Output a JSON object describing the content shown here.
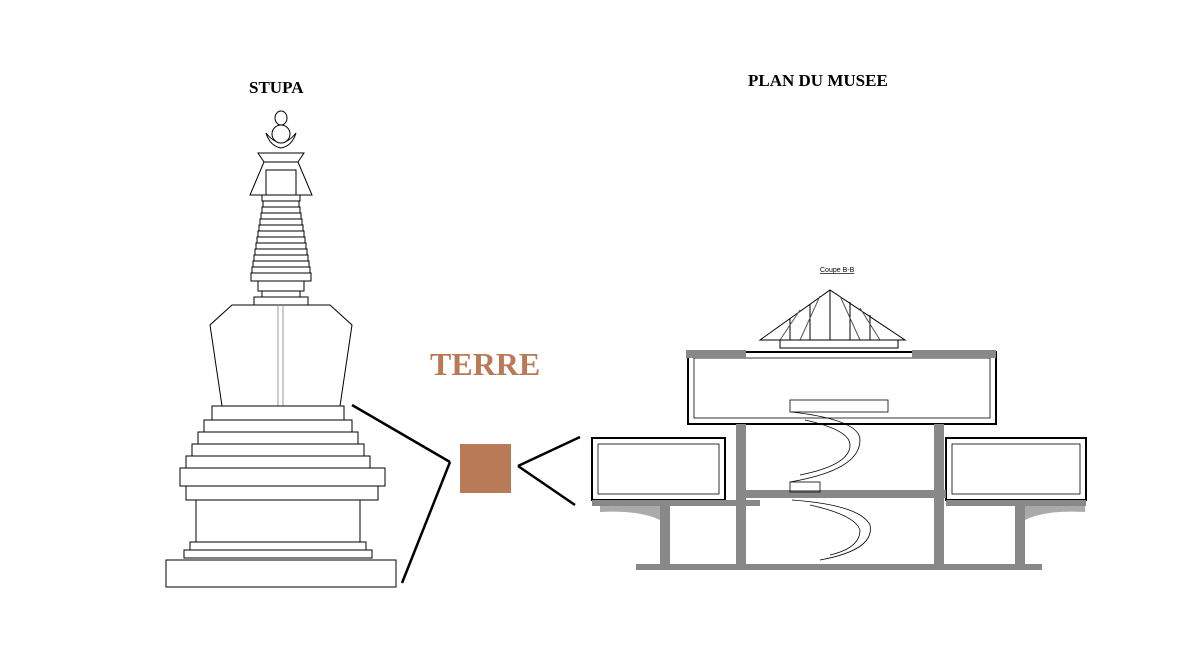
{
  "titles": {
    "stupa": "STUPA",
    "musee": "PLAN DU MUSEE",
    "terre": "TERRE"
  },
  "section": {
    "label": "Coupe B-B"
  },
  "colors": {
    "earth": "#b97a57",
    "line": "#000000",
    "wall": "#7a7a7a"
  }
}
